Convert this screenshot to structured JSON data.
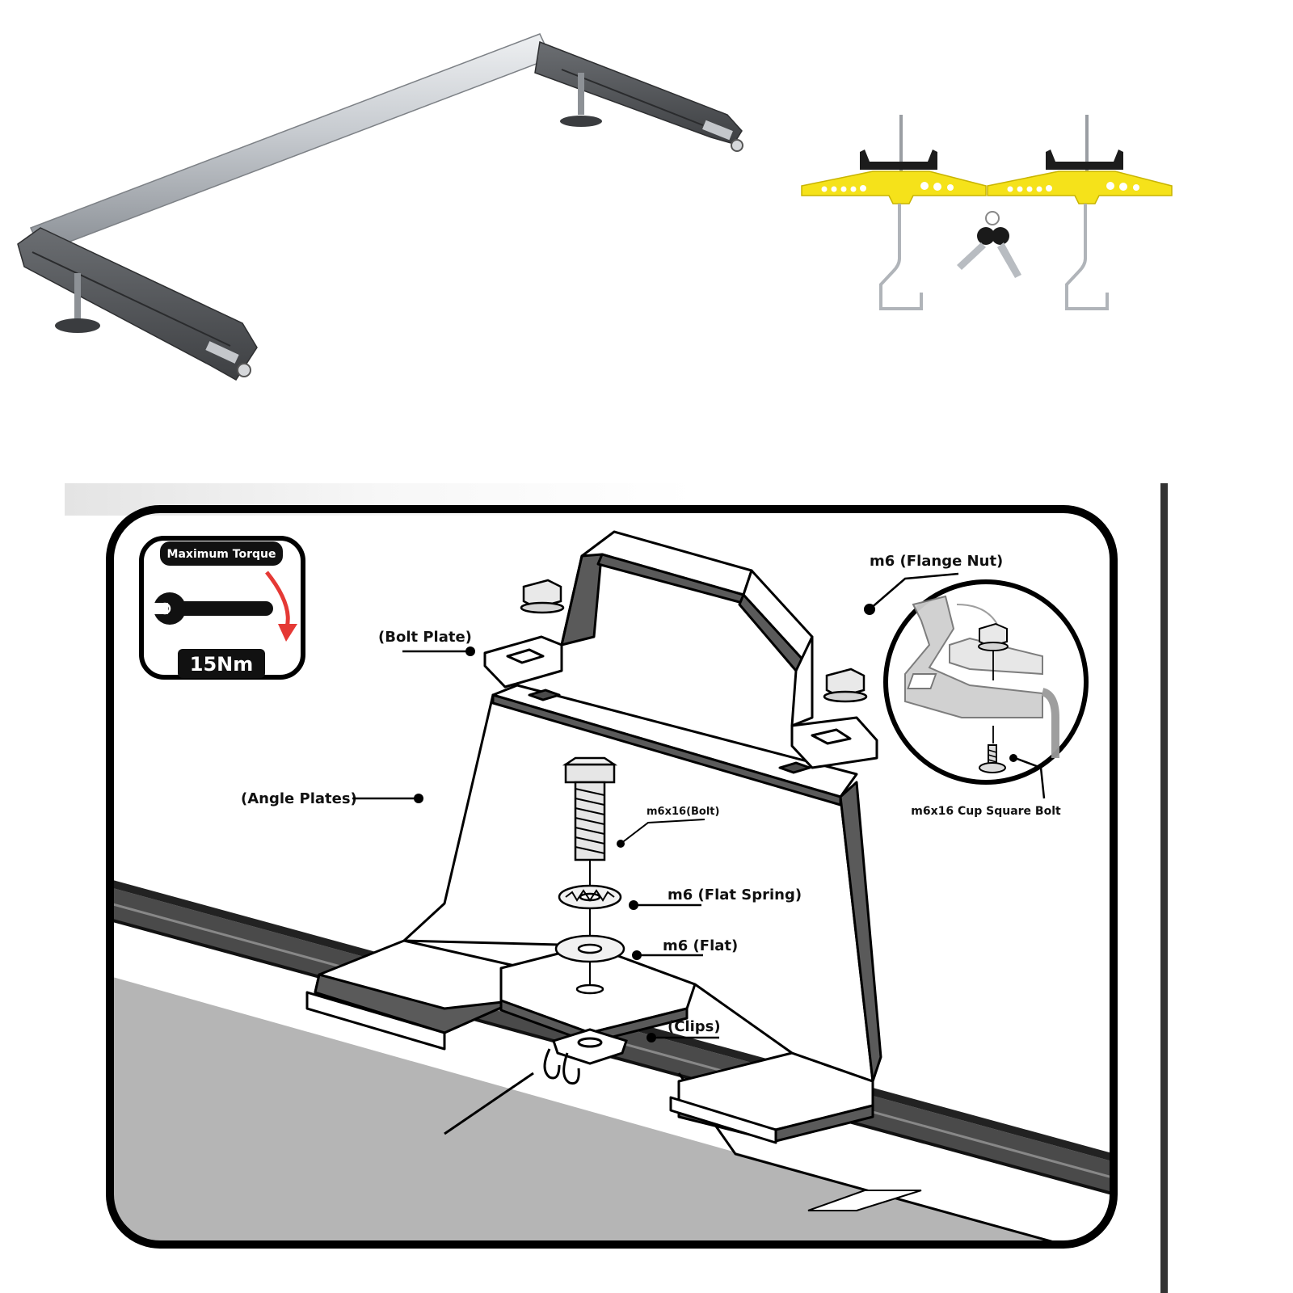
{
  "torque_badge": {
    "title": "Maximum Torque",
    "value": "15Nm"
  },
  "labels": {
    "bolt_plate": "(Bolt Plate)",
    "angle_plates": "(Angle Plates)",
    "bolt": "m6x16(Bolt)",
    "flat_spring": "m6 (Flat Spring)",
    "flat": "m6 (Flat)",
    "clips": "(Clips)",
    "flange_nut": "m6 (Flange Nut)",
    "cup_square_bolt": "m6x16 Cup Square Bolt"
  },
  "colors": {
    "bar_metal": "#55585c",
    "tube_silver": "#c7cbd0",
    "hook_yellow": "#f5e21a",
    "hook_black": "#1c1c1c",
    "roof_gray": "#b5b5b5",
    "outline": "#000000",
    "torque_arrow": "#e53935"
  },
  "icons": {
    "torque_wrench": "wrench-icon",
    "torque_arrow": "curved-arrow-icon",
    "keys": "keys-icon"
  }
}
